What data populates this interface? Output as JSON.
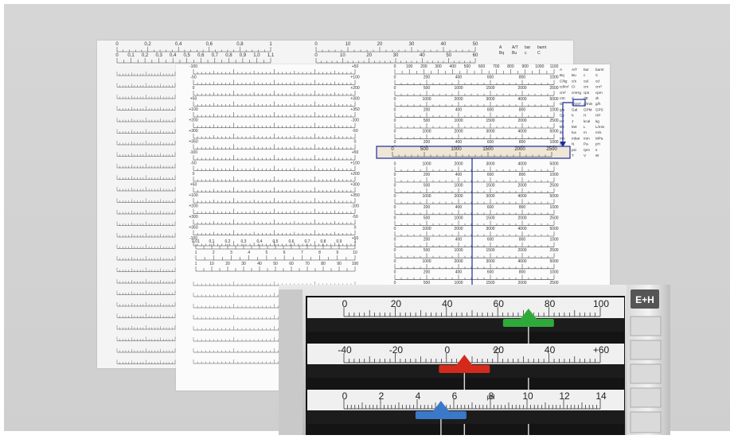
{
  "back_sheet": {
    "scale_labels_row1": [
      "0",
      "0,2",
      "0,4",
      "0,6",
      "0,8",
      "1"
    ],
    "scale_labels_row1b": [
      "0",
      "0,1",
      "0,2",
      "0,3",
      "0,4",
      "0,5",
      "0,6",
      "0,7",
      "0,8",
      "0,9",
      "1,0",
      "1,1"
    ],
    "scale_labels_right": [
      "0",
      "10",
      "20",
      "30",
      "40",
      "50"
    ],
    "scale_labels_right_b": [
      "0",
      "10",
      "20",
      "30",
      "40",
      "50",
      "60"
    ],
    "unit_header": [
      "A",
      "A/T",
      "bar",
      "bamt",
      "Bq",
      "Bu",
      "c",
      "C"
    ]
  },
  "front_sheet": {
    "left_ranges": [
      "-100",
      "-50",
      "0",
      "+50",
      "+100",
      "+200",
      "+300",
      "+350"
    ],
    "mid_labels": [
      "0,01",
      "0,1",
      "0,2",
      "0,3",
      "0,4",
      "0,5",
      "0,6",
      "0,7",
      "0,8",
      "0,9",
      "1"
    ],
    "mid_labels_b": [
      "1",
      "2",
      "3",
      "4",
      "5",
      "6",
      "7",
      "8",
      "9",
      "10"
    ],
    "mid_labels_c": [
      "1",
      "10",
      "20",
      "30",
      "40",
      "50",
      "60",
      "70",
      "80",
      "90",
      "100"
    ],
    "right_scale_top": [
      "0",
      "100",
      "200",
      "300",
      "400",
      "500",
      "600",
      "700",
      "800",
      "900",
      "1000",
      "1100"
    ],
    "highlighted_scale": [
      "0",
      "500",
      "1000",
      "1500",
      "2000",
      "2500"
    ],
    "units_column": [
      "A",
      "A/T",
      "bar",
      "barnt",
      "Bq",
      "Bu",
      "c",
      "C",
      "C/kg",
      "c/s",
      "cal",
      "cd",
      "cd/m²",
      "Ci",
      "cm",
      "cm³",
      "cm²",
      "cmHg",
      "cps",
      "cpm",
      "cSt",
      "d",
      "dB",
      "dt",
      "G",
      "g/cm³",
      "g/min",
      "g/h",
      "g/s",
      "Gal",
      "GPM",
      "GPS",
      "Gy",
      "h",
      "H",
      "HP",
      "Hz",
      "J",
      "kcal",
      "kg",
      "kN",
      "kW",
      "L",
      "L/min",
      "lb",
      "lux",
      "m",
      "m/s",
      "mA",
      "mbar",
      "mm",
      "MPa",
      "mV",
      "N",
      "Pa",
      "pH",
      "ppm",
      "psi",
      "rpm",
      "s",
      "t",
      "T",
      "V",
      "W"
    ]
  },
  "device": {
    "logo": "E+H",
    "scale1": {
      "labels": [
        "0",
        "20",
        "40",
        "60",
        "80",
        "100"
      ],
      "pointer_value": 72,
      "pointer_color": "#2faa3a"
    },
    "scale2": {
      "labels": [
        "-40",
        "-20",
        "0",
        "20",
        "40",
        "+60"
      ],
      "unit": "°C",
      "pointer_value": 7,
      "pointer_color": "#d42a1c"
    },
    "scale3": {
      "labels": [
        "0",
        "2",
        "4",
        "6",
        "8",
        "10",
        "12",
        "14"
      ],
      "unit": "pH",
      "pointer_value": 5.3,
      "pointer_color": "#3a78c8"
    }
  },
  "colors": {
    "callout_line": "#1a2f9a",
    "highlight_fill": "#efe6d6"
  }
}
